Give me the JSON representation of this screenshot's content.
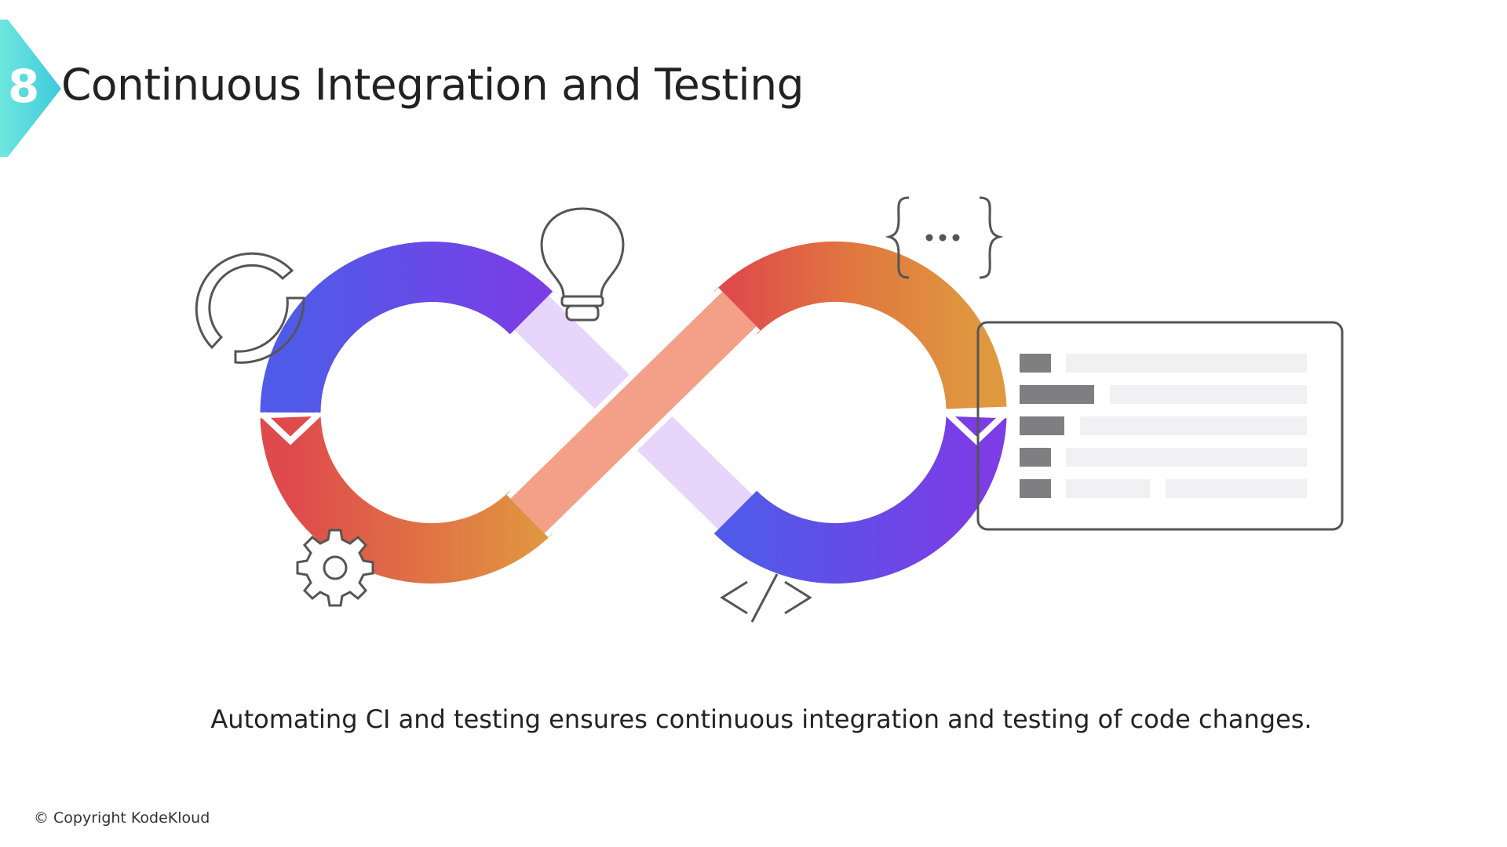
{
  "slide": {
    "number": "8",
    "title": "Continuous Integration and Testing",
    "subtitle": "Automating CI and testing ensures continuous integration and testing of code changes.",
    "copyright": "© Copyright KodeKloud"
  },
  "colors": {
    "badge": "#4fd6d9",
    "blue": "#4f5be8",
    "purple": "#7c3ce6",
    "red": "#df4a4c",
    "orange": "#e0983f",
    "salmon": "#f4a088",
    "lavender": "#e7d5fb",
    "icon_stroke": "#555555"
  },
  "icons": [
    "refresh-icon",
    "lightbulb-icon",
    "braces-icon",
    "gear-icon",
    "code-icon",
    "list-card-icon"
  ]
}
